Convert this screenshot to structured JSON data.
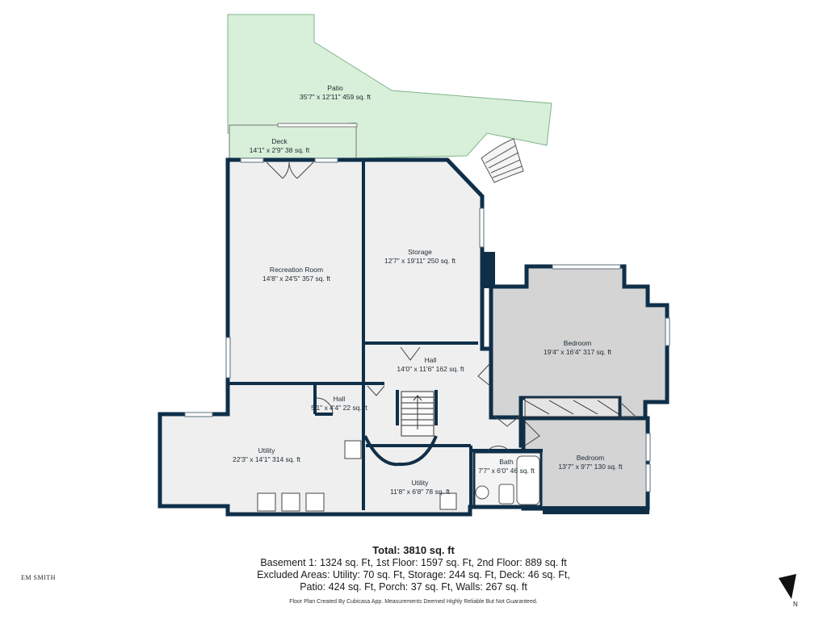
{
  "rooms": {
    "patio": {
      "name": "Patio",
      "dims": "35'7\" x 12'11\" 459 sq. ft"
    },
    "deck": {
      "name": "Deck",
      "dims": "14'1\" x 2'9\" 38 sq. ft"
    },
    "recreation": {
      "name": "Recreation Room",
      "dims": "14'8\" x 24'5\" 357 sq. ft"
    },
    "storage": {
      "name": "Storage",
      "dims": "12'7\" x 19'11\" 250 sq. ft"
    },
    "bedroom_large": {
      "name": "Bedroom",
      "dims": "19'4\" x 16'4\" 317 sq. ft"
    },
    "hall_main": {
      "name": "Hall",
      "dims": "14'0\" x 11'6\" 162 sq. ft"
    },
    "hall_small": {
      "name": "Hall",
      "dims": "5'1\" x 4'4\" 22 sq. ft"
    },
    "utility_large": {
      "name": "Utility",
      "dims": "22'3\" x 14'1\" 314 sq. ft"
    },
    "utility_small": {
      "name": "Utility",
      "dims": "11'8\" x 6'8\" 78 sq. ft"
    },
    "bath": {
      "name": "Bath",
      "dims": "7'7\" x 6'0\" 46 sq. ft"
    },
    "bedroom_small": {
      "name": "Bedroom",
      "dims": "13'7\" x 9'7\" 130 sq. ft"
    }
  },
  "summary": {
    "total": "Total: 3810 sq. ft",
    "line1": "Basement 1: 1324 sq. Ft, 1st Floor: 1597 sq. Ft, 2nd Floor: 889 sq. ft",
    "line2": "Excluded Areas: Utility: 70 sq. Ft, Storage: 244 sq. Ft, Deck: 46 sq. Ft,",
    "line3": "Patio: 424 sq. Ft, Porch: 37 sq. Ft, Walls: 267 sq. ft",
    "disclaimer": "Floor Plan Created By Cubicasa App. Measurements Deemed Highly Reliable But Not Guaranteed."
  },
  "brand": {
    "logo_text": "EM SMITH"
  },
  "compass": {
    "label": "N"
  },
  "colors": {
    "wall": "#0f2f49",
    "floor": "#efefef",
    "bedroom_floor": "#d4d4d4",
    "patio": "#d8efd9",
    "patio_stroke": "#7fb48a"
  }
}
